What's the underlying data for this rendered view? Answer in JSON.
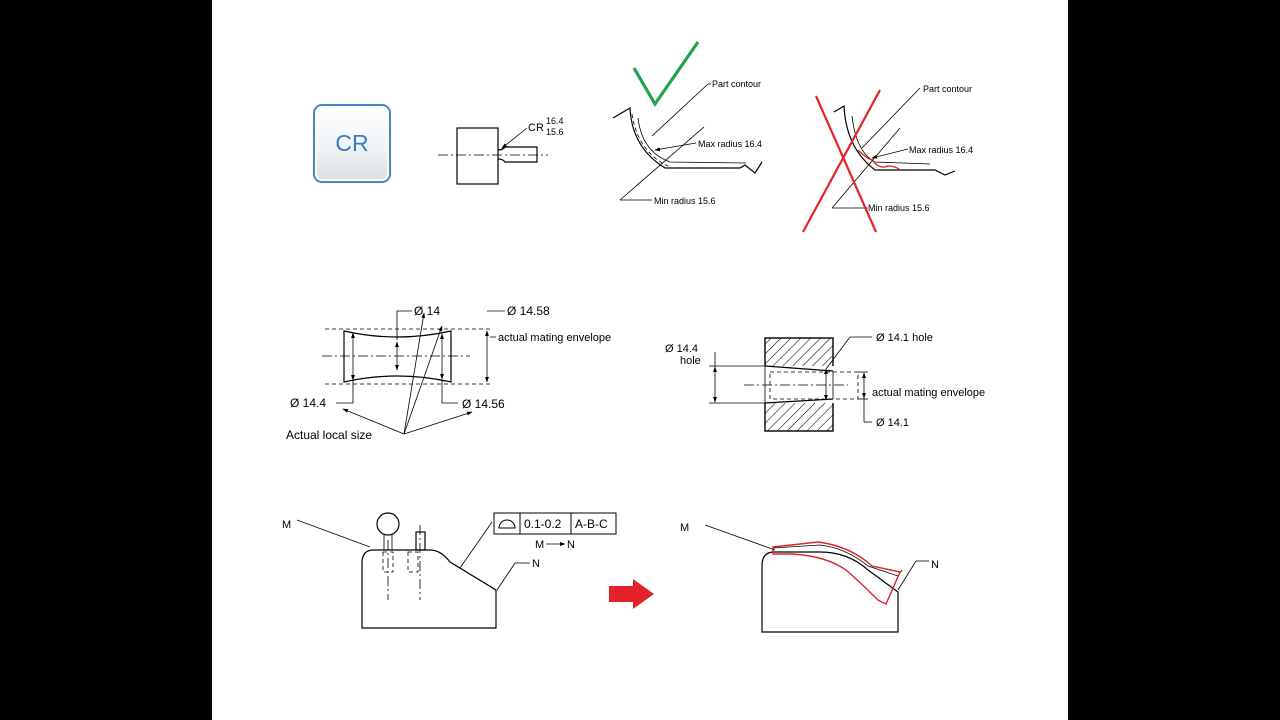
{
  "symbol": {
    "cr": "CR"
  },
  "callout": {
    "prefix": "CR",
    "upper": "16.4",
    "lower": "15.6"
  },
  "good_example": {
    "part_contour": "Part contour",
    "max_radius": "Max radius 16.4",
    "min_radius": "Min radius 15.6"
  },
  "bad_example": {
    "part_contour": "Part contour",
    "max_radius": "Max radius 16.4",
    "min_radius": "Min radius 15.6"
  },
  "shaft": {
    "dia_14": "Ø 14",
    "dia_14_58": "Ø 14.58",
    "envelope": "actual mating envelope",
    "dia_14_4": "Ø 14.4",
    "dia_14_56": "Ø 14.56",
    "local_size": "Actual local size"
  },
  "hole": {
    "dia_14_4": "Ø 14.4",
    "hole_word": "hole",
    "dia_14_1_hole": "Ø 14.1 hole",
    "envelope": "actual mating envelope",
    "dia_14_1": "Ø 14.1"
  },
  "profile": {
    "label_m": "M",
    "label_n": "N",
    "fcf": {
      "tolerance": "0.1-0.2",
      "datums": "A-B-C"
    },
    "direction_from": "M",
    "direction_to": "N"
  },
  "result": {
    "label_m": "M",
    "label_n": "N"
  },
  "colors": {
    "check": "#1ea54a",
    "cross": "#e52229",
    "arrow": "#e52229",
    "badge_border": "#4a86c6",
    "badge_text": "#3a7cc0",
    "tolerance_zone": "#d7262b"
  }
}
